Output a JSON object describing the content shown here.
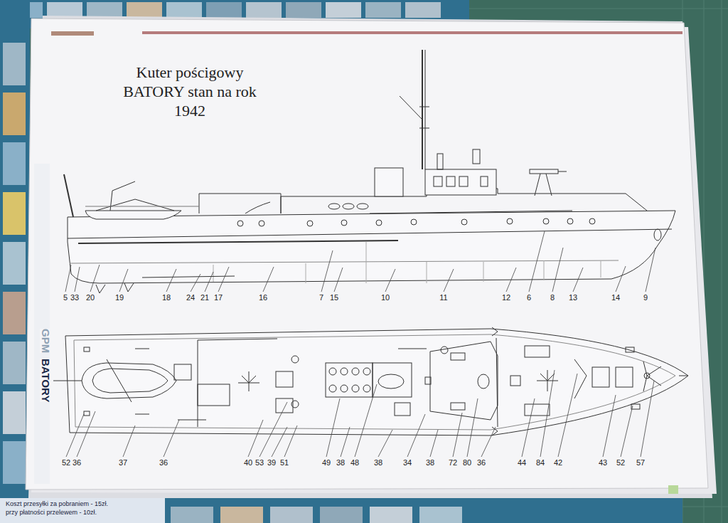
{
  "diagram": {
    "title": "Kuter pościgowy BATORY stan na rok 1942",
    "labels": [
      "GPM",
      "BATORY",
      "5",
      "33",
      "20",
      "19",
      "18",
      "24",
      "21",
      "17",
      "16",
      "7",
      "15",
      "10",
      "11",
      "12",
      "6",
      "8",
      "13",
      "14",
      "9",
      "52",
      "36",
      "37",
      "36",
      "40",
      "53",
      "39",
      "51",
      "49",
      "38",
      "48",
      "38",
      "34",
      "38",
      "72",
      "80",
      "36",
      "44",
      "84",
      "42",
      "43",
      "52",
      "57",
      "Koszt przesyłki za pobraniem - 15zł.",
      "przy płatności przelewem - 10zł."
    ]
  }
}
